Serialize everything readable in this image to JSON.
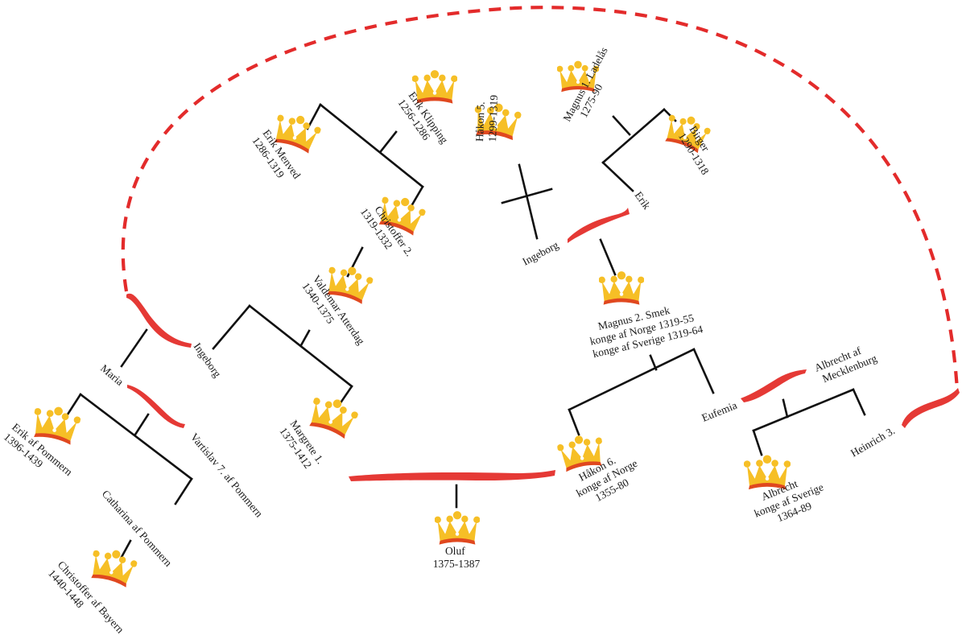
{
  "colors": {
    "line": "#111111",
    "marriage": "#e53935",
    "dashed_link": "#e32b2b",
    "crown_gold": "#f6bf26",
    "crown_band": "#e0481f"
  },
  "persons": {
    "erik_klipping": {
      "name": "Erik Klipping",
      "years": "1256-1286",
      "icon": "crown-icon"
    },
    "erik_menved": {
      "name": "Erik Menved",
      "years": "1286-1319",
      "icon": "crown-icon"
    },
    "christoffer_2": {
      "name": "Christoffer 2.",
      "years": "1319-1332",
      "icon": "crown-icon"
    },
    "valdemar_atterdag": {
      "name": "Valdemar Atterdag",
      "years": "1340-1375",
      "icon": "crown-icon"
    },
    "ingeborg_dk": {
      "name": "Ingeborg"
    },
    "margrete_1": {
      "name": "Margrete 1.",
      "years": "1375-1412",
      "icon": "crown-icon"
    },
    "maria": {
      "name": "Maria"
    },
    "vartislav_7": {
      "name": "Vartislav 7. af Pommern"
    },
    "erik_af_pommern": {
      "name": "Erik af Pommern",
      "years": "1396-1439",
      "icon": "crown-icon"
    },
    "catharina": {
      "name": "Catharina af Pommern"
    },
    "christoffer_bayern": {
      "name": "Christoffer af Bayern",
      "years": "1440-1448",
      "icon": "crown-icon"
    },
    "haakon_5": {
      "name": "Håkon 5.",
      "years": "1299-1319",
      "icon": "crown-icon"
    },
    "magnus_1": {
      "name": "Magnus 1. Ladelås",
      "years": "1275-90",
      "icon": "crown-icon"
    },
    "birger": {
      "name": "Birger",
      "years": "1290-1318",
      "icon": "crown-icon"
    },
    "erik_se": {
      "name": "Erik"
    },
    "ingeborg_no": {
      "name": "Ingeborg"
    },
    "magnus_2": {
      "name": "Magnus 2. Smek",
      "line2": "konge af Norge 1319-55",
      "line3": "konge af Sverige 1319-64",
      "icon": "crown-icon"
    },
    "haakon_6": {
      "name": "Håkon 6.",
      "line2": "konge af Norge",
      "years": "1355-80",
      "icon": "crown-icon"
    },
    "oluf": {
      "name": "Oluf",
      "years": "1375-1387",
      "icon": "crown-icon"
    },
    "eufemia": {
      "name": "Eufemia"
    },
    "albrecht_meck": {
      "name": "Albrecht af",
      "line2": "Mecklenburg"
    },
    "albrecht_sverige": {
      "name": "Albrecht",
      "line2": "konge af Sverige",
      "years": "1364-89",
      "icon": "crown-icon"
    },
    "heinrich_3": {
      "name": "Heinrich 3."
    }
  }
}
